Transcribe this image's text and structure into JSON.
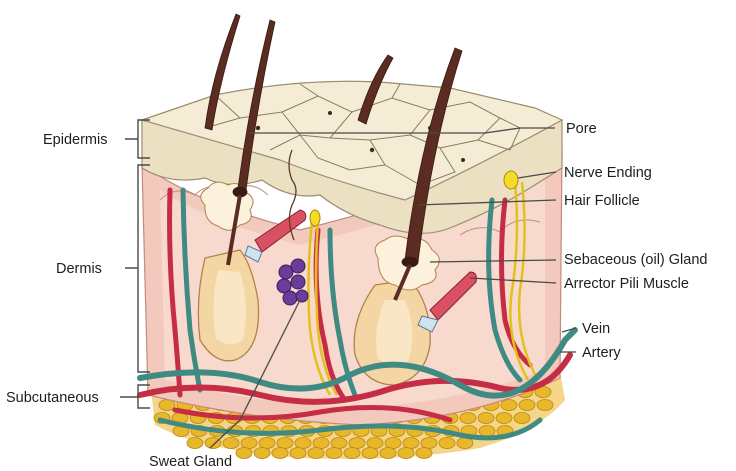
{
  "labels": {
    "epidermis": "Epidermis",
    "dermis": "Dermis",
    "subcutaneous": "Subcutaneous",
    "sweat_gland": "Sweat Gland",
    "pore": "Pore",
    "nerve_ending": "Nerve Ending",
    "hair_follicle": "Hair Follicle",
    "sebaceous_gland": "Sebaceous (oil) Gland",
    "arrector_pili_muscle": "Arrector Pili Muscle",
    "vein": "Vein",
    "artery": "Artery"
  },
  "colors": {
    "epidermis": "#f1e7cf",
    "dermis": "#f2c9bc",
    "dermis_inner": "#f7ddd2",
    "fat": "#e8b72a",
    "hair": "#5a2c22",
    "vein": "#3f8a82",
    "artery": "#c62c44",
    "sweat_gland": "#6b3c9a",
    "nerve": "#e8d22a",
    "follicle": "#f3d6a4",
    "sebaceous": "#fbf1dc"
  }
}
